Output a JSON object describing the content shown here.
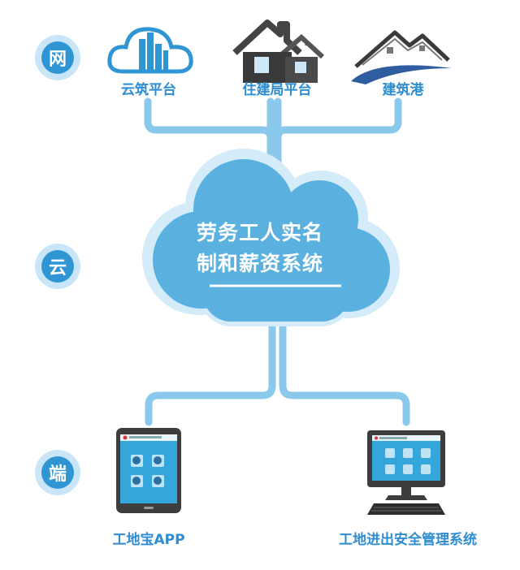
{
  "side_labels": {
    "net": "网",
    "cloud": "云",
    "terminal": "端"
  },
  "top_platforms": [
    {
      "label": "云筑平台",
      "icon": "cloud-building-icon"
    },
    {
      "label": "住建局平台",
      "icon": "house-icon"
    },
    {
      "label": "建筑港",
      "icon": "roof-logo-icon"
    }
  ],
  "center": {
    "line1": "劳务工人实名",
    "line2": "制和薪资系统"
  },
  "bottom_devices": [
    {
      "label": "工地宝APP",
      "icon": "tablet-icon",
      "screen_title": "工地进出安全管理系统"
    },
    {
      "label": "工地进出安全管理系统",
      "icon": "desktop-computer-icon",
      "screen_title": "工地进出安全管理系统"
    }
  ],
  "colors": {
    "accent": "#2f95d3",
    "cloud": "#5ab1e0",
    "halo": "#d4ecf9",
    "line": "#8ac8ec"
  }
}
